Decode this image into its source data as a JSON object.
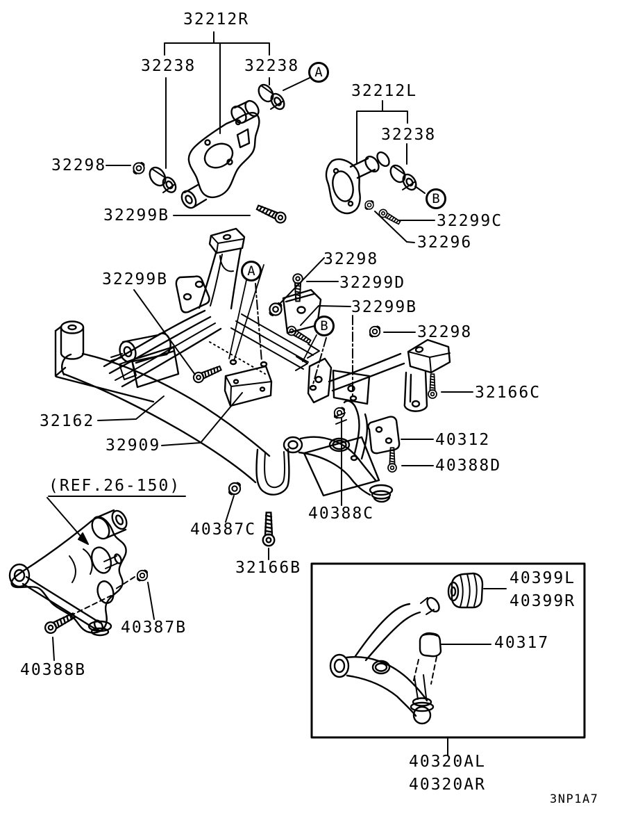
{
  "figure": {
    "code": "3NP1A7",
    "ref_note": "(REF.26-150)"
  },
  "markers": {
    "a": "A",
    "b": "B"
  },
  "callouts": {
    "upper_arm_right": "32212R",
    "upper_arm_left": "32212L",
    "arm_bushing": "32238",
    "self_lock_nut": "32298",
    "arm_bolt": "32299B",
    "arm_bolt_left": "32299C",
    "washer_assy": "32296",
    "flange_bolt_d": "32299D",
    "frame_bolt_c": "32166C",
    "crossmember": "32162",
    "damper_block": "32909",
    "stopper_nut_c": "40387C",
    "frame_bolt_b": "32166B",
    "ball_joint_c": "40388C",
    "arm_bracket": "40312",
    "bracket_bolt_d": "40388D",
    "knuckle_nut_b": "40387B",
    "knuckle_bolt_b": "40388B",
    "grommet_left": "40399L",
    "grommet_right": "40399R",
    "dust_cover": "40317",
    "lower_arm_al": "40320AL",
    "lower_arm_ar": "40320AR"
  },
  "colors": {
    "line": "#000000",
    "background": "#ffffff"
  }
}
